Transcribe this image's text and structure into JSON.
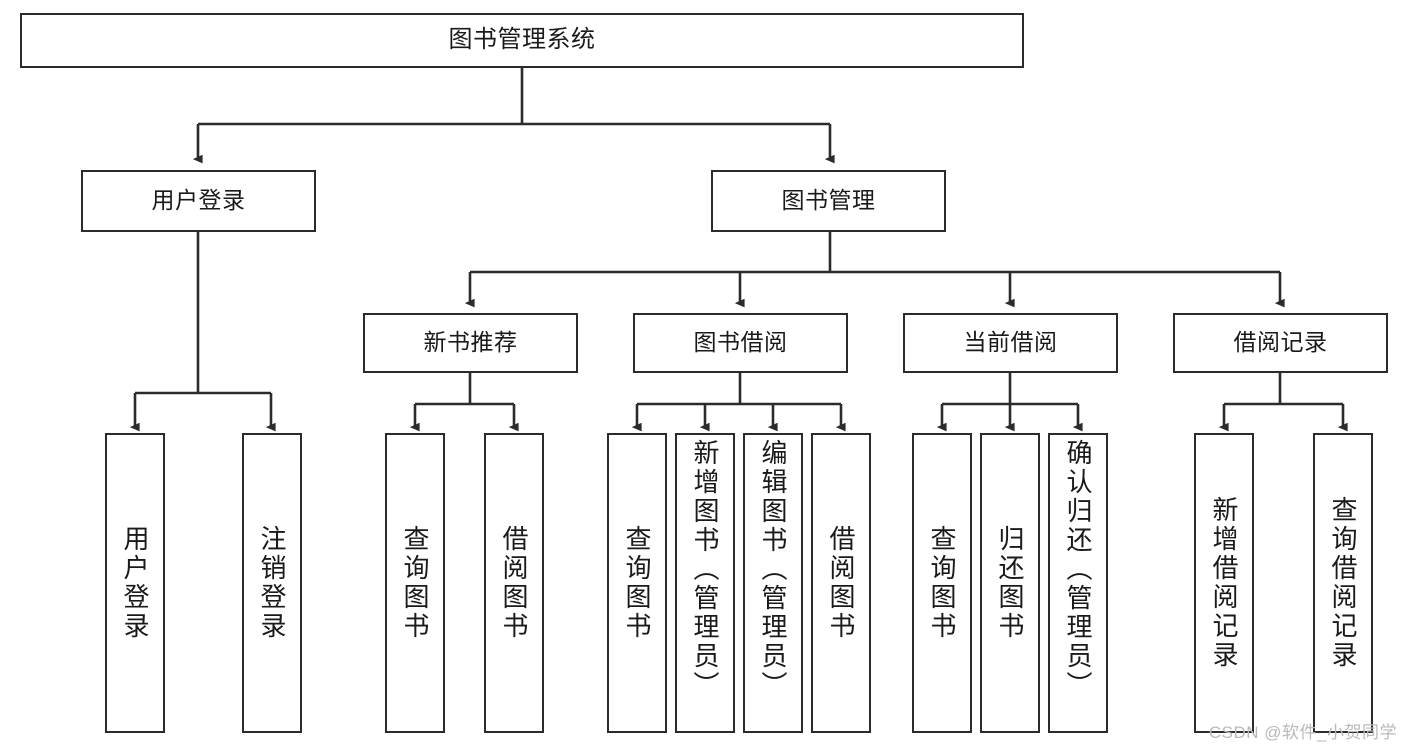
{
  "diagram": {
    "type": "tree-hierarchy",
    "title": "图书管理系统",
    "watermark": "CSDN @软件_小贺同学",
    "colors": {
      "stroke": "#2b2b2b",
      "fill": "#ffffff",
      "text": "#1a1a1a",
      "watermark": "#b9b9b9"
    },
    "nodes": {
      "root": {
        "label": "图书管理系统"
      },
      "level1": [
        {
          "id": "user-login",
          "label": "用户登录"
        },
        {
          "id": "book-manage",
          "label": "图书管理"
        }
      ],
      "level2": [
        {
          "id": "new-book-rec",
          "label": "新书推荐"
        },
        {
          "id": "book-borrow",
          "label": "图书借阅"
        },
        {
          "id": "current-borrow",
          "label": "当前借阅"
        },
        {
          "id": "borrow-record",
          "label": "借阅记录"
        }
      ],
      "leaves": {
        "user-login": [
          {
            "id": "leaf-user-login",
            "label": "用户登录"
          },
          {
            "id": "leaf-logout",
            "label": "注销登录"
          }
        ],
        "new-book-rec": [
          {
            "id": "leaf-query-book-1",
            "label": "查询图书"
          },
          {
            "id": "leaf-borrow-book-1",
            "label": "借阅图书"
          }
        ],
        "book-borrow": [
          {
            "id": "leaf-query-book-2",
            "label": "查询图书"
          },
          {
            "id": "leaf-add-book",
            "label": "新增图书（管理员）"
          },
          {
            "id": "leaf-edit-book",
            "label": "编辑图书（管理员）"
          },
          {
            "id": "leaf-borrow-book-2",
            "label": "借阅图书"
          }
        ],
        "current-borrow": [
          {
            "id": "leaf-query-book-3",
            "label": "查询图书"
          },
          {
            "id": "leaf-return-book",
            "label": "归还图书"
          },
          {
            "id": "leaf-confirm-return",
            "label": "确认归还（管理员）"
          }
        ],
        "borrow-record": [
          {
            "id": "leaf-add-record",
            "label": "新增借阅记录"
          },
          {
            "id": "leaf-query-record",
            "label": "查询借阅记录"
          }
        ]
      }
    },
    "edges": [
      {
        "from": "图书管理系统",
        "to": "用户登录"
      },
      {
        "from": "图书管理系统",
        "to": "图书管理"
      },
      {
        "from": "用户登录",
        "to": "用户登录"
      },
      {
        "from": "用户登录",
        "to": "注销登录"
      },
      {
        "from": "图书管理",
        "to": "新书推荐"
      },
      {
        "from": "图书管理",
        "to": "图书借阅"
      },
      {
        "from": "图书管理",
        "to": "当前借阅"
      },
      {
        "from": "图书管理",
        "to": "借阅记录"
      },
      {
        "from": "新书推荐",
        "to": "查询图书"
      },
      {
        "from": "新书推荐",
        "to": "借阅图书"
      },
      {
        "from": "图书借阅",
        "to": "查询图书"
      },
      {
        "from": "图书借阅",
        "to": "新增图书（管理员）"
      },
      {
        "from": "图书借阅",
        "to": "编辑图书（管理员）"
      },
      {
        "from": "图书借阅",
        "to": "借阅图书"
      },
      {
        "from": "当前借阅",
        "to": "查询图书"
      },
      {
        "from": "当前借阅",
        "to": "归还图书"
      },
      {
        "from": "当前借阅",
        "to": "确认归还（管理员）"
      },
      {
        "from": "借阅记录",
        "to": "新增借阅记录"
      },
      {
        "from": "借阅记录",
        "to": "查询借阅记录"
      }
    ]
  }
}
